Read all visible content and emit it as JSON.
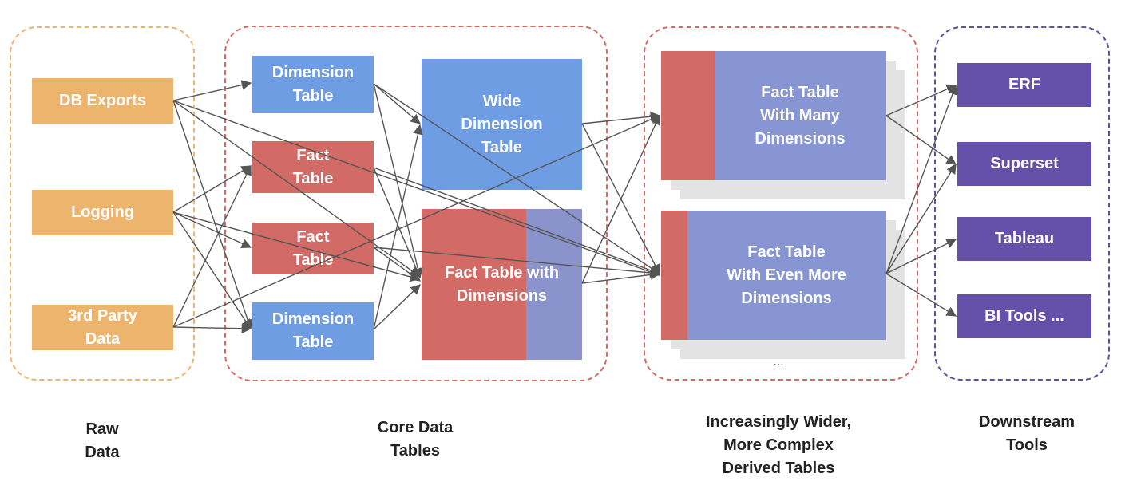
{
  "colors": {
    "raw_group": "#EDB46E",
    "core_group": "#D26A66",
    "derived_group": "#D26A66",
    "tools_group": "#5A4FA3",
    "raw": "#EDB46E",
    "dimension": "#6F9DE3",
    "fact": "#D26A66",
    "wide_fact": "#8796D2",
    "tool": "#6450A8",
    "arrow": "#555555"
  },
  "raw": {
    "db_exports": "DB Exports",
    "logging": "Logging",
    "third_party": "3rd Party\nData",
    "caption": "Raw\nData"
  },
  "core": {
    "dimension_1": "Dimension\nTable",
    "fact_1": "Fact\nTable",
    "fact_2": "Fact\nTable",
    "dimension_2": "Dimension\nTable",
    "wide_dimension": "Wide\nDimension\nTable",
    "fact_with_dimensions": "Fact Table with\nDimensions",
    "caption": "Core Data\nTables"
  },
  "derived": {
    "many_dims": "Fact Table\nWith Many\nDimensions",
    "even_more_dims": "Fact Table\nWith Even More\nDimensions",
    "ellipsis": "...",
    "caption": "Increasingly Wider,\nMore Complex\nDerived Tables"
  },
  "tools": {
    "erf": "ERF",
    "superset": "Superset",
    "tableau": "Tableau",
    "bi_tools": "BI Tools ...",
    "caption": "Downstream\nTools"
  }
}
